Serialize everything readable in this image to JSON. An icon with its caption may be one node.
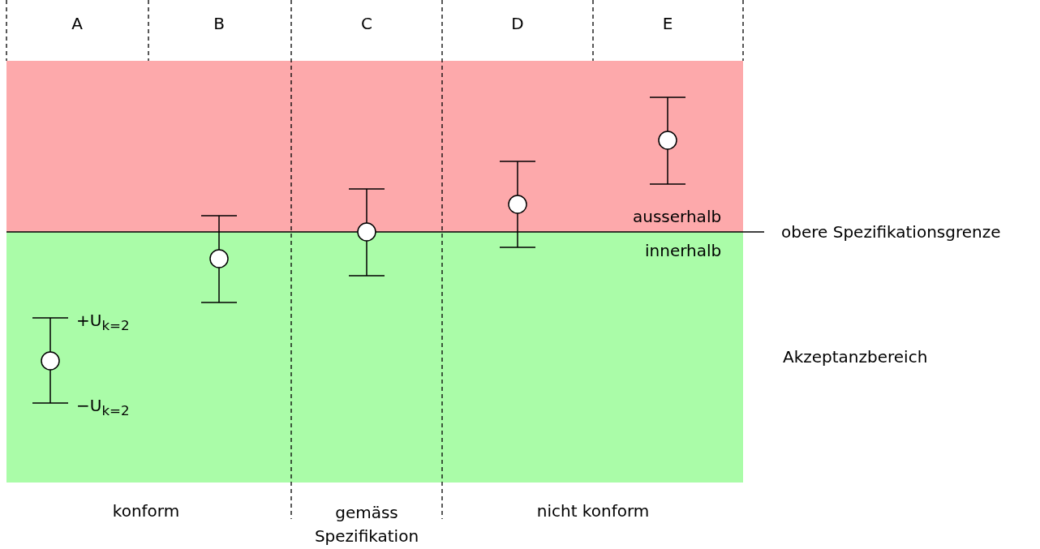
{
  "diagram": {
    "labels": [
      "A",
      "B",
      "C",
      "D",
      "E",
      "ausserhalb",
      "innerhalb",
      "obere Spezifikationsgrenze",
      "Akzeptanzbereich",
      "+U$_{k=2}$",
      "−U$_{k=2}$",
      "konform",
      "gemäss Spezifikation",
      "nicht konform"
    ]
  }
}
